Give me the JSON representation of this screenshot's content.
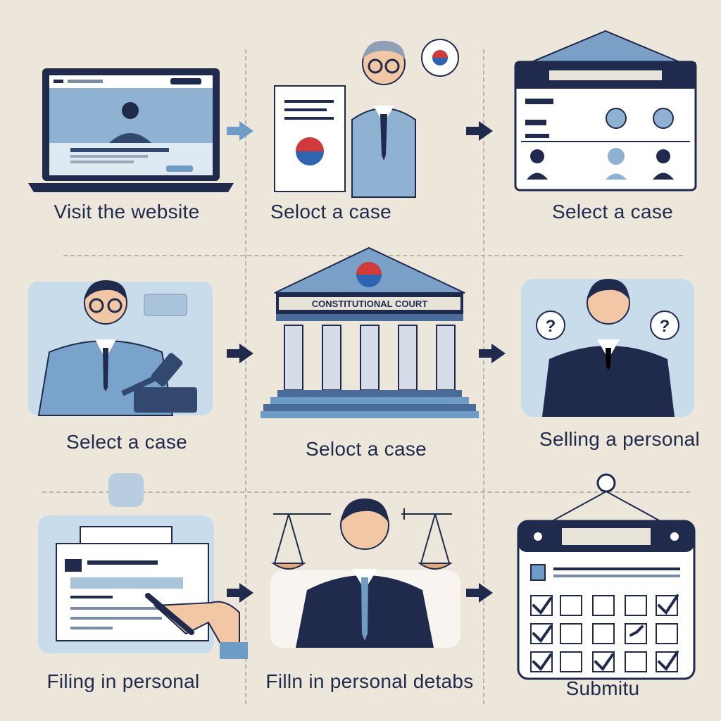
{
  "steps": [
    {
      "label": "Visit the website"
    },
    {
      "label": "Seloct a case"
    },
    {
      "label": "Select a case"
    },
    {
      "label": "Select a case"
    },
    {
      "label": "Seloct a case"
    },
    {
      "label": "Selling a personal"
    },
    {
      "label": "Filing in personal"
    },
    {
      "label": "Filln in personal detabs"
    },
    {
      "label": "Submitu"
    }
  ],
  "court": {
    "banner": "CONSTITUTIONAL COURT"
  },
  "colors": {
    "background": "#ede6da",
    "navy": "#1f2a4d",
    "blue": "#6f9cc4",
    "light_blue": "#c9dceb"
  }
}
